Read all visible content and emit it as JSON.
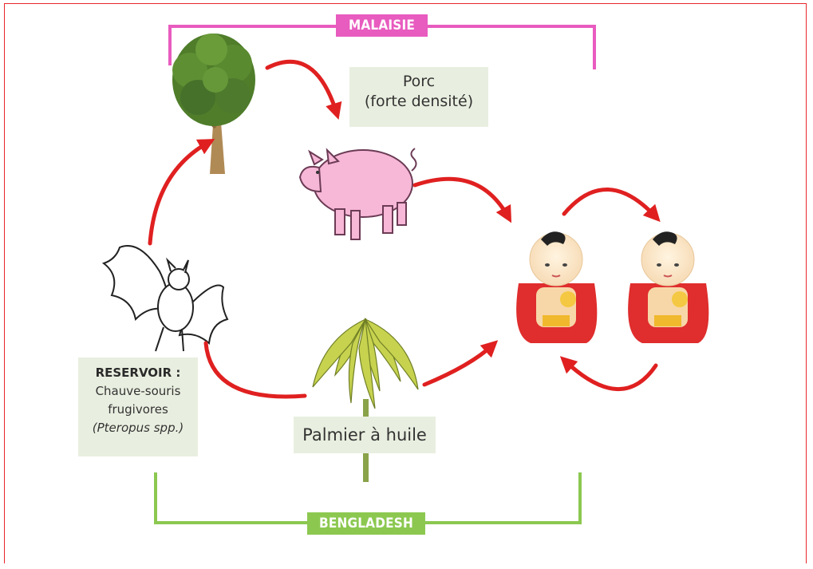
{
  "regions": {
    "top": "MALAISIE",
    "bottom": "BENGLADESH"
  },
  "labels": {
    "pig": "Porc",
    "pig_detail": "(forte densité)",
    "reservoir_title": "RESERVOIR :",
    "reservoir_line1": "Chauve-souris",
    "reservoir_line2": "frugivores",
    "reservoir_latin": "(Pteropus spp.)",
    "palm": "Palmier à huile"
  },
  "colors": {
    "frame": "#e8262a",
    "arrow": "#e02020",
    "malaisie": "#e85bbf",
    "bangladesh": "#8cc850",
    "label_bg": "#e9efe0"
  }
}
